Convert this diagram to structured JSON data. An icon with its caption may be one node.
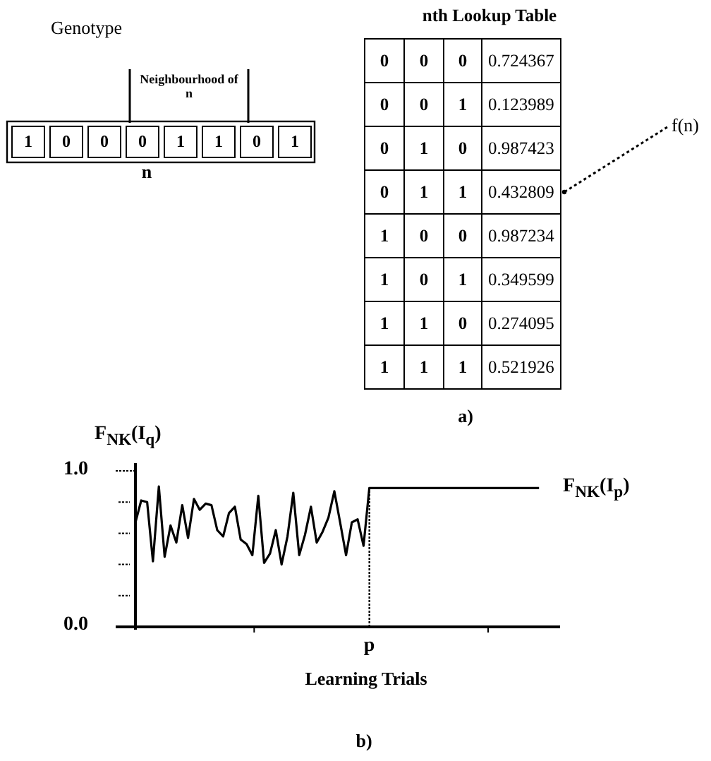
{
  "diagram": {
    "nodes": [
      {
        "text": [
          "f(n)"
        ]
      },
      {
        "text": [
          "0.432809"
        ]
      }
    ],
    "edges": [
      {
        "from": 0,
        "to": 1,
        "arrow": "other",
        "style": "dashed"
      }
    ],
    "labels": [
      "Genotype",
      "Neighbourhood of n",
      "1",
      "0",
      "0",
      "0",
      "1",
      "1",
      "0",
      "1",
      "n",
      "nth Lookup Table",
      "0",
      "0",
      "0",
      "0.724367",
      "0",
      "0",
      "1",
      "0.123989",
      "0",
      "1",
      "0",
      "0.987423",
      "0",
      "1",
      "1",
      "1",
      "0",
      "0",
      "0.987234",
      "1",
      "0",
      "1",
      "0.349599",
      "1",
      "1",
      "0",
      "0.274095",
      "1",
      "1",
      "1",
      "0.521926",
      "a)",
      "F$_{NK}$(I$_{p}$)",
      "b)"
    ],
    "chart_data": {
      "type": "line",
      "xlabel": "Learning Trials",
      "ylabel": "F$_{NK}$(I$_{q}$)",
      "categories": [
        null,
        null,
        null,
        null,
        null,
        null,
        null,
        null,
        null,
        null,
        null,
        null,
        null,
        null,
        null,
        null,
        null,
        null,
        null,
        null,
        null,
        null,
        null,
        null,
        null,
        null,
        null,
        null,
        null,
        null,
        null,
        null,
        null,
        null,
        null,
        null,
        null,
        null,
        null,
        null,
        "p",
        null,
        null,
        null,
        null,
        null,
        null,
        null,
        null,
        null,
        null,
        null,
        null,
        null,
        null,
        null,
        null,
        null,
        null,
        null,
        null,
        null,
        null,
        null,
        null,
        null,
        null,
        null,
        null,
        null
      ],
      "series": [
        {
          "values": [
            0.67,
            0.81,
            0.8,
            0.42,
            0.9,
            0.45,
            0.65,
            0.54,
            0.78,
            0.57,
            0.82,
            0.75,
            0.79,
            0.78,
            0.62,
            0.58,
            0.73,
            0.77,
            0.56,
            0.53,
            0.46,
            0.84,
            0.41,
            0.47,
            0.62,
            0.4,
            0.58,
            0.86,
            0.46,
            0.59,
            0.77,
            0.54,
            0.61,
            0.7,
            0.87,
            0.67,
            0.46,
            0.67,
            0.69,
            0.52,
            0.89,
            0.89,
            0.89,
            0.89,
            0.89,
            0.89,
            0.89,
            0.89,
            0.89,
            0.89,
            0.89,
            0.89,
            0.89,
            0.89,
            0.89,
            0.89,
            0.89,
            0.89,
            0.89,
            0.89,
            0.89,
            0.89,
            0.89,
            0.89,
            0.89,
            0.89,
            0.89,
            0.89,
            0.89,
            0.89
          ]
        }
      ],
      "ylim": [
        0,
        1.05
      ],
      "yticks": [
        {
          "value": 0,
          "label": "0.0"
        },
        {
          "value": 1,
          "label": "1.0"
        }
      ]
    }
  }
}
